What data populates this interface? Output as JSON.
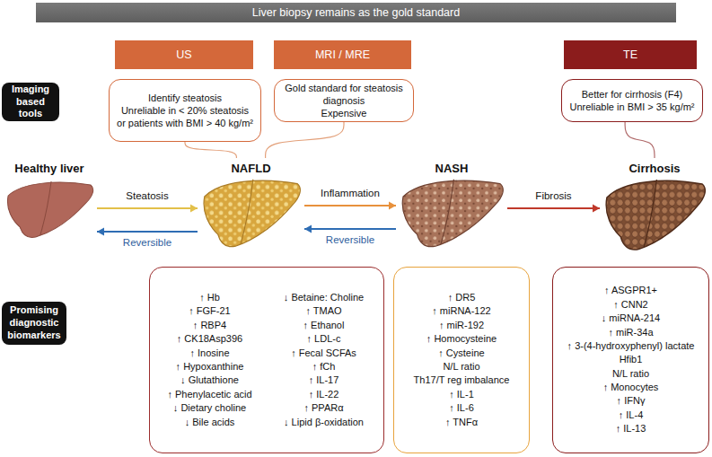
{
  "diagram": {
    "nodes": [
      {
        "text": [
          "Liver biopsy remains as the gold standard"
        ]
      },
      {
        "text": [
          "Imaging based tools"
        ]
      },
      {
        "text": [
          "US"
        ]
      },
      {
        "text": [
          "Identify steatosis",
          "Unreliable in < 20% steatosis or patients with BMI > 40 kg/m²"
        ]
      },
      {
        "text": [
          "MRI / MRE"
        ]
      },
      {
        "text": [
          "Gold standard for steatosis diagnosis",
          "Expensive"
        ]
      },
      {
        "text": [
          "TE"
        ]
      },
      {
        "text": [
          "Better for cirrhosis (F4)",
          "Unreliable in BMI > 35 kg/m²"
        ]
      },
      {
        "text": [
          "Healthy liver"
        ]
      },
      {
        "text": [
          "NAFLD"
        ]
      },
      {
        "text": [
          "NASH"
        ]
      },
      {
        "text": [
          "Cirrhosis"
        ]
      },
      {
        "text": [
          "Promising diagnostic biomarkers"
        ]
      },
      {
        "text": [
          "↑ Hb",
          "↑ FGF-21",
          "↑ RBP4",
          "↑ CK18Asp396",
          "↑ Inosine",
          "↑ Hypoxanthine",
          "↓ Glutathione",
          "↑ Phenylacetic acid",
          "↓ Dietary choline",
          "↓ Bile acids",
          "↓ Betaine: Choline",
          "↑ TMAO",
          "↑ Ethanol",
          "↑ LDL-c",
          "↑ Fecal SCFAs",
          "↑ fCh",
          "↑ IL-17",
          "↑ IL-22",
          "↑ PPARα",
          "↓ Lipid β-oxidation"
        ]
      },
      {
        "text": [
          "↑ DR5",
          "↑ miRNA-122",
          "↑ miR-192",
          "↑ Homocysteine",
          "↑ Cysteine",
          "N/L ratio",
          "Th17/T reg imbalance",
          "↑ IL-1",
          "↑ IL-6",
          "↑ TNFα"
        ]
      },
      {
        "text": [
          "↑ ASGPR1+",
          "↑ CNN2",
          "↓ miRNA-214",
          "↑ miR-34a",
          "↑ 3-(4-hydroxyphenyl) lactate",
          "Hfib1",
          "N/L ratio",
          "↑ Monocytes",
          "↑ IFNγ",
          "↑ IL-4",
          "↑ IL-13"
        ]
      }
    ],
    "edges": [
      {
        "from": 8,
        "to": 9,
        "label": "Steatosis",
        "arrow": "to"
      },
      {
        "from": 9,
        "to": 8,
        "label": "Reversible",
        "arrow": "to"
      },
      {
        "from": 9,
        "to": 10,
        "label": "Inflammation",
        "arrow": "to"
      },
      {
        "from": 10,
        "to": 9,
        "label": "Reversible",
        "arrow": "to"
      },
      {
        "from": 10,
        "to": 11,
        "label": "Fibrosis",
        "arrow": "to"
      },
      {
        "from": 3,
        "to": 9,
        "arrow": "none"
      },
      {
        "from": 5,
        "to": 9,
        "arrow": "none"
      },
      {
        "from": 7,
        "to": 11,
        "arrow": "none"
      }
    ]
  }
}
